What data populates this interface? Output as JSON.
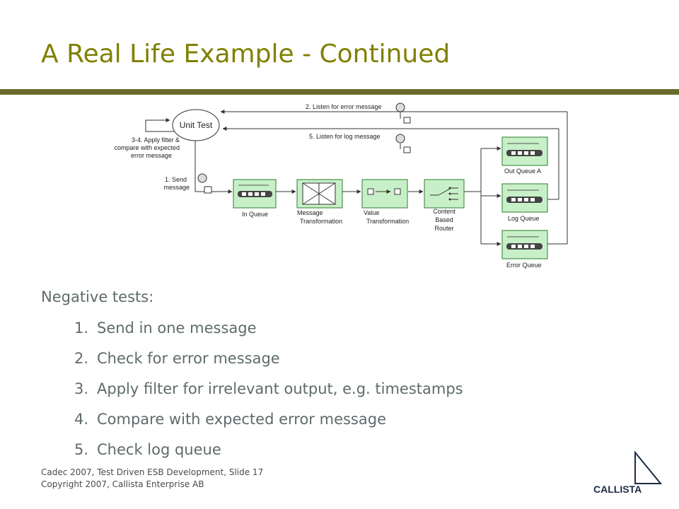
{
  "slide": {
    "title": "A Real Life Example - Continued",
    "heading": "Negative tests:",
    "steps": [
      {
        "num": "1.",
        "text": "Send in one message"
      },
      {
        "num": "2.",
        "text": "Check for error message"
      },
      {
        "num": "3.",
        "text": "Apply filter for irrelevant output, e.g. timestamps"
      },
      {
        "num": "4.",
        "text": "Compare with expected error message"
      },
      {
        "num": "5.",
        "text": "Check log queue"
      }
    ],
    "footer": {
      "line1": "Cadec 2007, Test Driven ESB Development, Slide 17",
      "line2": "Copyright 2007, Callista Enterprise AB"
    },
    "logo_text": "CALLISTA"
  },
  "diagram": {
    "unit_test": "Unit Test",
    "listen_error": "2. Listen for error message",
    "listen_log": "5. Listen for log message",
    "apply_filter_1": "3-4. Apply filter &",
    "apply_filter_2": "compare with expected",
    "apply_filter_3": "error message",
    "send_1": "1. Send",
    "send_2": "message",
    "in_queue": "In Queue",
    "msg_transform_1": "Message",
    "msg_transform_2": "Transformation",
    "val_transform_1": "Value",
    "val_transform_2": "Transformation",
    "router_1": "Content",
    "router_2": "Based",
    "router_3": "Router",
    "out_queue_a": "Out Queue A",
    "log_queue": "Log Queue",
    "error_queue": "Error Queue"
  },
  "colors": {
    "title": "#808000",
    "rule": "#6b6b2e",
    "body_text": "#5f6b6b",
    "box_fill": "#c8f0c8",
    "box_stroke": "#2e7d2e"
  }
}
